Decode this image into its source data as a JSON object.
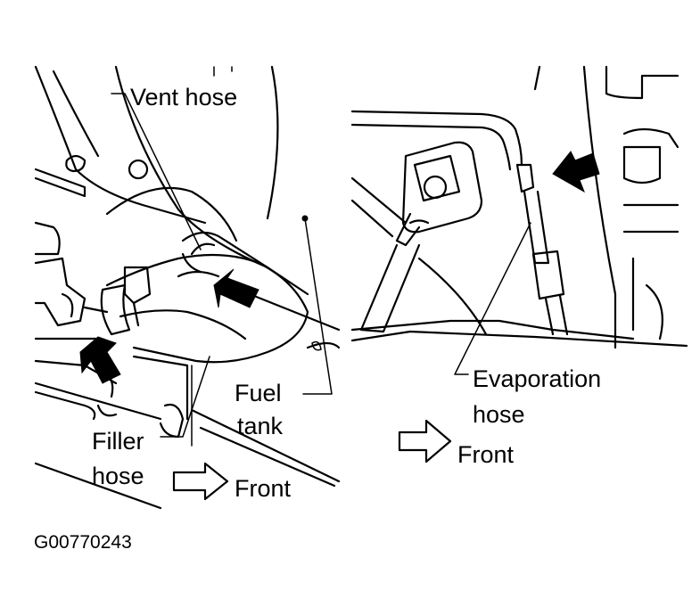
{
  "figure_code": "G00770243",
  "left_panel": {
    "labels": {
      "vent_hose": "Vent hose",
      "fuel": "Fuel",
      "tank": "tank",
      "filler": "Filler",
      "hose": "hose",
      "front": "Front"
    }
  },
  "right_panel": {
    "labels": {
      "evaporation": "Evaporation",
      "hose": "hose",
      "front": "Front"
    }
  }
}
